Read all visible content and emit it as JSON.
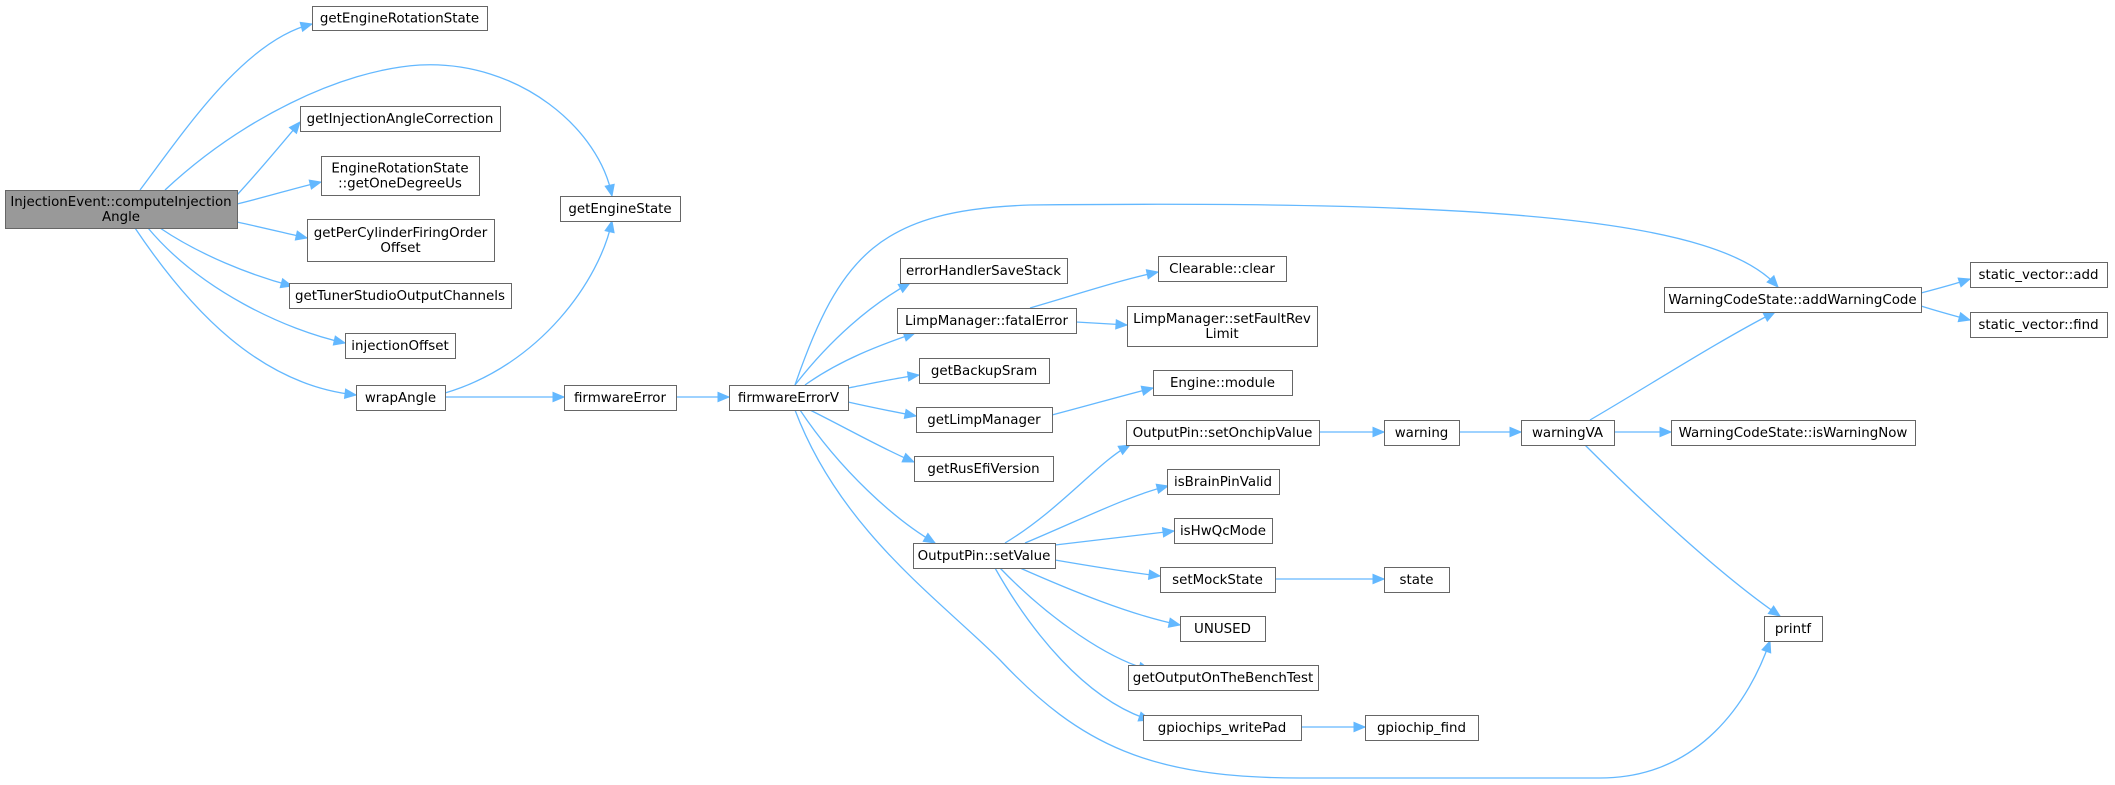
{
  "nodes": [
    {
      "id": "computeInjectionAngle",
      "lines": [
        "InjectionEvent::computeInjection",
        "Angle"
      ],
      "root": true
    },
    {
      "id": "getEngineRotationState",
      "lines": [
        "getEngineRotationState"
      ]
    },
    {
      "id": "getInjectionAngleCorrection",
      "lines": [
        "getInjectionAngleCorrection"
      ]
    },
    {
      "id": "getOneDegreeUs",
      "lines": [
        "EngineRotationState",
        "::getOneDegreeUs"
      ]
    },
    {
      "id": "getPerCylinderFiringOrderOffset",
      "lines": [
        "getPerCylinderFiringOrder",
        "Offset"
      ]
    },
    {
      "id": "getTunerStudioOutputChannels",
      "lines": [
        "getTunerStudioOutputChannels"
      ]
    },
    {
      "id": "injectionOffset",
      "lines": [
        "injectionOffset"
      ]
    },
    {
      "id": "wrapAngle",
      "lines": [
        "wrapAngle"
      ]
    },
    {
      "id": "getEngineState",
      "lines": [
        "getEngineState"
      ]
    },
    {
      "id": "firmwareError",
      "lines": [
        "firmwareError"
      ]
    },
    {
      "id": "firmwareErrorV",
      "lines": [
        "firmwareErrorV"
      ]
    },
    {
      "id": "errorHandlerSaveStack",
      "lines": [
        "errorHandlerSaveStack"
      ]
    },
    {
      "id": "fatalError",
      "lines": [
        "LimpManager::fatalError"
      ]
    },
    {
      "id": "getBackupSram",
      "lines": [
        "getBackupSram"
      ]
    },
    {
      "id": "getLimpManager",
      "lines": [
        "getLimpManager"
      ]
    },
    {
      "id": "getRusEfiVersion",
      "lines": [
        "getRusEfiVersion"
      ]
    },
    {
      "id": "setValue",
      "lines": [
        "OutputPin::setValue"
      ]
    },
    {
      "id": "clearableClear",
      "lines": [
        "Clearable::clear"
      ]
    },
    {
      "id": "setFaultRevLimit",
      "lines": [
        "LimpManager::setFaultRev",
        "Limit"
      ]
    },
    {
      "id": "engineModule",
      "lines": [
        "Engine::module"
      ]
    },
    {
      "id": "setOnchipValue",
      "lines": [
        "OutputPin::setOnchipValue"
      ]
    },
    {
      "id": "isBrainPinValid",
      "lines": [
        "isBrainPinValid"
      ]
    },
    {
      "id": "isHwQcMode",
      "lines": [
        "isHwQcMode"
      ]
    },
    {
      "id": "setMockState",
      "lines": [
        "setMockState"
      ]
    },
    {
      "id": "unused",
      "lines": [
        "UNUSED"
      ]
    },
    {
      "id": "getOutputOnTheBenchTest",
      "lines": [
        "getOutputOnTheBenchTest"
      ]
    },
    {
      "id": "gpiochipsWritePad",
      "lines": [
        "gpiochips_writePad"
      ]
    },
    {
      "id": "warning",
      "lines": [
        "warning"
      ]
    },
    {
      "id": "state",
      "lines": [
        "state"
      ]
    },
    {
      "id": "gpiochipFind",
      "lines": [
        "gpiochip_find"
      ]
    },
    {
      "id": "warningVA",
      "lines": [
        "warningVA"
      ]
    },
    {
      "id": "addWarningCode",
      "lines": [
        "WarningCodeState::addWarningCode"
      ]
    },
    {
      "id": "isWarningNow",
      "lines": [
        "WarningCodeState::isWarningNow"
      ]
    },
    {
      "id": "printf",
      "lines": [
        "printf"
      ]
    },
    {
      "id": "staticVectorAdd",
      "lines": [
        "static_vector::add"
      ]
    },
    {
      "id": "staticVectorFind",
      "lines": [
        "static_vector::find"
      ]
    }
  ],
  "edges": [
    {
      "from": "computeInjectionAngle",
      "to": "getEngineRotationState"
    },
    {
      "from": "computeInjectionAngle",
      "to": "getEngineState"
    },
    {
      "from": "computeInjectionAngle",
      "to": "getInjectionAngleCorrection"
    },
    {
      "from": "computeInjectionAngle",
      "to": "getOneDegreeUs"
    },
    {
      "from": "computeInjectionAngle",
      "to": "getPerCylinderFiringOrderOffset"
    },
    {
      "from": "computeInjectionAngle",
      "to": "getTunerStudioOutputChannels"
    },
    {
      "from": "computeInjectionAngle",
      "to": "injectionOffset"
    },
    {
      "from": "computeInjectionAngle",
      "to": "wrapAngle"
    },
    {
      "from": "wrapAngle",
      "to": "getEngineState"
    },
    {
      "from": "wrapAngle",
      "to": "firmwareError"
    },
    {
      "from": "firmwareError",
      "to": "firmwareErrorV"
    },
    {
      "from": "firmwareErrorV",
      "to": "addWarningCode"
    },
    {
      "from": "firmwareErrorV",
      "to": "errorHandlerSaveStack"
    },
    {
      "from": "firmwareErrorV",
      "to": "fatalError"
    },
    {
      "from": "firmwareErrorV",
      "to": "getBackupSram"
    },
    {
      "from": "firmwareErrorV",
      "to": "getLimpManager"
    },
    {
      "from": "firmwareErrorV",
      "to": "getRusEfiVersion"
    },
    {
      "from": "firmwareErrorV",
      "to": "setValue"
    },
    {
      "from": "firmwareErrorV",
      "to": "printf"
    },
    {
      "from": "fatalError",
      "to": "clearableClear"
    },
    {
      "from": "fatalError",
      "to": "setFaultRevLimit"
    },
    {
      "from": "getLimpManager",
      "to": "engineModule"
    },
    {
      "from": "setValue",
      "to": "setOnchipValue"
    },
    {
      "from": "setValue",
      "to": "isBrainPinValid"
    },
    {
      "from": "setValue",
      "to": "isHwQcMode"
    },
    {
      "from": "setValue",
      "to": "setMockState"
    },
    {
      "from": "setValue",
      "to": "unused"
    },
    {
      "from": "setValue",
      "to": "getOutputOnTheBenchTest"
    },
    {
      "from": "setValue",
      "to": "gpiochipsWritePad"
    },
    {
      "from": "setOnchipValue",
      "to": "warning"
    },
    {
      "from": "setMockState",
      "to": "state"
    },
    {
      "from": "gpiochipsWritePad",
      "to": "gpiochipFind"
    },
    {
      "from": "warning",
      "to": "warningVA"
    },
    {
      "from": "warningVA",
      "to": "addWarningCode"
    },
    {
      "from": "warningVA",
      "to": "isWarningNow"
    },
    {
      "from": "warningVA",
      "to": "printf"
    },
    {
      "from": "addWarningCode",
      "to": "staticVectorAdd"
    },
    {
      "from": "addWarningCode",
      "to": "staticVectorFind"
    }
  ]
}
